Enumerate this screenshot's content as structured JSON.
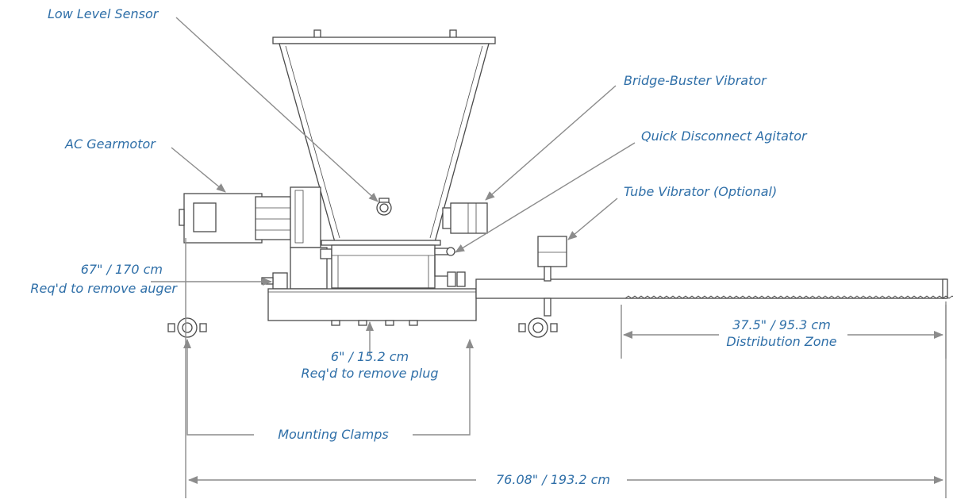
{
  "colors": {
    "label": "#2f6fa8",
    "leader": "#8c8c8c",
    "outline": "#4a4a4a",
    "fill": "#ffffff"
  },
  "labels": {
    "low_level_sensor": "Low Level Sensor",
    "bridge_buster_vibrator": "Bridge-Buster Vibrator",
    "quick_disconnect_agitator": "Quick Disconnect Agitator",
    "ac_gearmotor": "AC Gearmotor",
    "tube_vibrator": "Tube Vibrator (Optional)",
    "auger_clearance_line1": "67\" / 170 cm",
    "auger_clearance_line2": "Req'd to remove auger",
    "plug_clearance_line1": "6\" / 15.2 cm",
    "plug_clearance_line2": "Req'd to remove plug",
    "distribution_zone_line1": "37.5\" / 95.3 cm",
    "distribution_zone_line2": "Distribution Zone",
    "mounting_clamps": "Mounting Clamps",
    "overall_length": "76.08\" / 193.2 cm"
  }
}
